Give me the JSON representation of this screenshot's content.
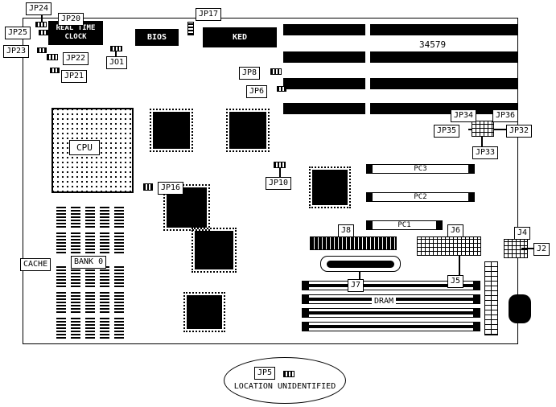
{
  "diagram": {
    "part_number": "34579",
    "note": "LOCATION UNIDENTIFIED"
  },
  "labels": {
    "jp24": "JP24",
    "jp20": "JP20",
    "jp25": "JP25",
    "jp23": "JP23",
    "jp22": "JP22",
    "jp21": "JP21",
    "jp17": "JP17",
    "jo1": "JO1",
    "jp8": "JP8",
    "jp6": "JP6",
    "jp34": "JP34",
    "jp36": "JP36",
    "jp35": "JP35",
    "jp32": "JP32",
    "jp33": "JP33",
    "jp16": "JP16",
    "jp10": "JP10",
    "jp5": "JP5",
    "j8": "J8",
    "j7": "J7",
    "j6": "J6",
    "j5": "J5",
    "j4": "J4",
    "j2": "J2",
    "cache": "CACHE",
    "bank0": "BANK 0"
  },
  "chips": {
    "rtc": "REAL TIME CLOCK",
    "bios": "BIOS",
    "ked": "KED",
    "cpu": "CPU",
    "dram": "DRAM",
    "pc1": "PC1",
    "pc2": "PC2",
    "pc3": "PC3"
  }
}
